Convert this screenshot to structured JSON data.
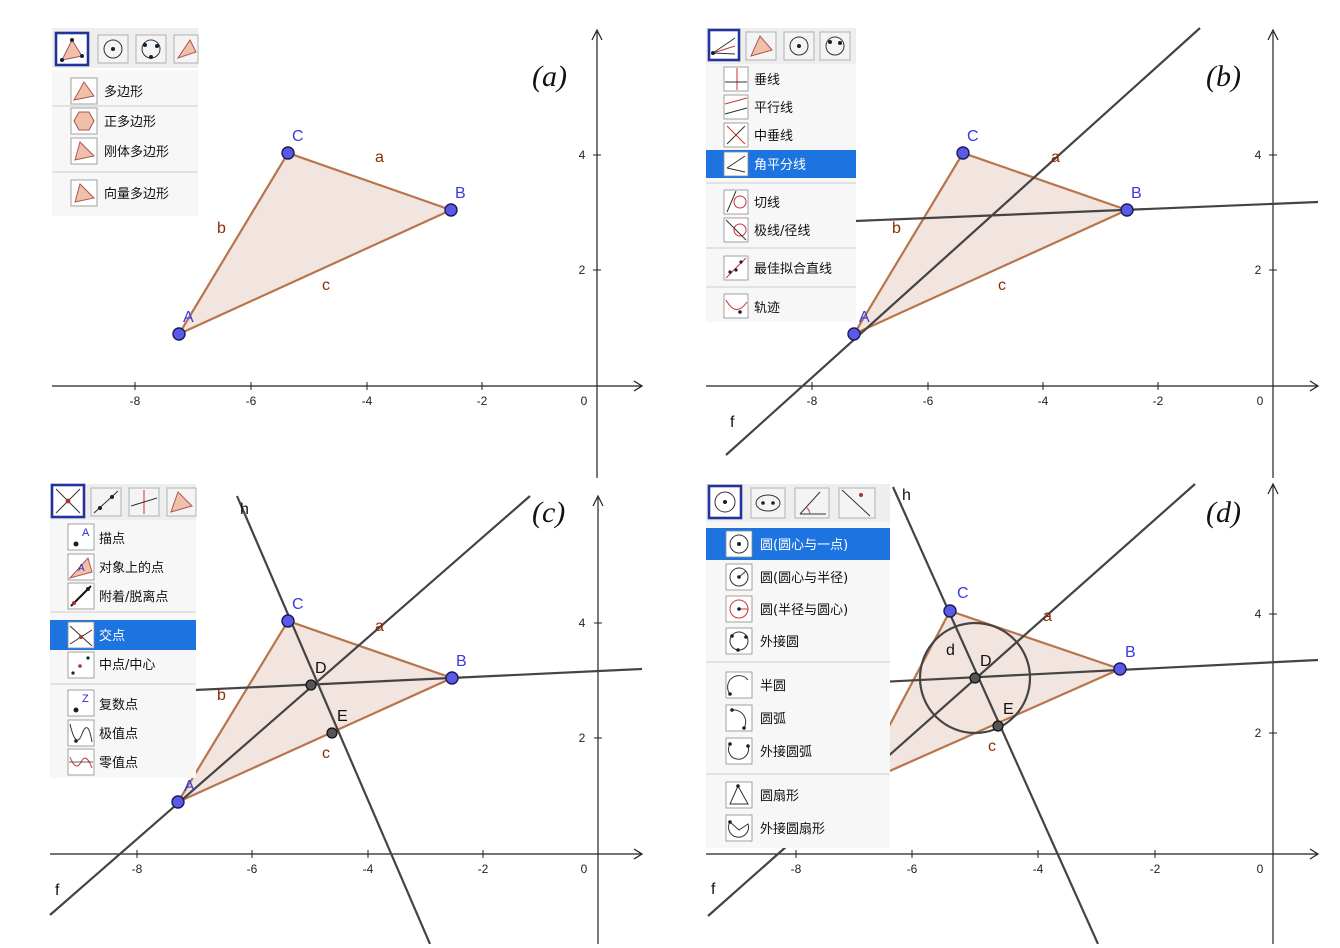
{
  "panels": [
    {
      "id": "a",
      "label": "(a)",
      "x_ticks": [
        "-8",
        "-6",
        "-4",
        "-2",
        "0"
      ],
      "y_ticks": [
        "2",
        "4"
      ],
      "points": [
        {
          "name": "A",
          "x": -7.2,
          "y": 0.9
        },
        {
          "name": "B",
          "x": -2.5,
          "y": 3.05
        },
        {
          "name": "C",
          "x": -5.3,
          "y": 4.05
        }
      ],
      "segments": [
        "a",
        "b",
        "c"
      ],
      "toolbar": [
        "polygon-tool-icon",
        "circle-center-point-icon",
        "circle-three-points-icon",
        "angle-tool-icon"
      ],
      "menu": [
        {
          "label": "多边形",
          "icon": "polygon-icon",
          "selected": false
        },
        {
          "label": "正多边形",
          "icon": "regular-polygon-icon",
          "selected": false
        },
        {
          "label": "刚体多边形",
          "icon": "rigid-polygon-icon",
          "selected": false
        },
        {
          "label": "向量多边形",
          "icon": "vector-polygon-icon",
          "selected": false
        }
      ]
    },
    {
      "id": "b",
      "label": "(b)",
      "x_ticks": [
        "-8",
        "-6",
        "-4",
        "-2",
        "0"
      ],
      "y_ticks": [
        "2",
        "4"
      ],
      "lines": [
        "f"
      ],
      "segments": [
        "a",
        "b",
        "c"
      ],
      "toolbar": [
        "angle-bisector-tool-icon",
        "polygon-tool-icon",
        "circle-center-point-icon",
        "circle-three-points-icon"
      ],
      "menu": [
        {
          "label": "垂线",
          "icon": "perpendicular-line-icon",
          "selected": false
        },
        {
          "label": "平行线",
          "icon": "parallel-line-icon",
          "selected": false
        },
        {
          "label": "中垂线",
          "icon": "perpendicular-bisector-icon",
          "selected": false
        },
        {
          "label": "角平分线",
          "icon": "angle-bisector-icon",
          "selected": true
        },
        {
          "label": "切线",
          "icon": "tangent-icon",
          "selected": false
        },
        {
          "label": "极线/径线",
          "icon": "polar-line-icon",
          "selected": false
        },
        {
          "label": "最佳拟合直线",
          "icon": "best-fit-line-icon",
          "selected": false
        },
        {
          "label": "轨迹",
          "icon": "locus-icon",
          "selected": false
        }
      ]
    },
    {
      "id": "c",
      "label": "(c)",
      "x_ticks": [
        "-8",
        "-6",
        "-4",
        "-2",
        "0"
      ],
      "y_ticks": [
        "2",
        "4"
      ],
      "lines": [
        "f",
        "h"
      ],
      "intersections": [
        "D",
        "E"
      ],
      "toolbar": [
        "intersect-tool-icon",
        "line-tool-icon",
        "perpendicular-tool-icon",
        "polygon-tool-icon"
      ],
      "menu": [
        {
          "label": "描点",
          "icon": "point-icon",
          "selected": false
        },
        {
          "label": "对象上的点",
          "icon": "point-on-object-icon",
          "selected": false
        },
        {
          "label": "附着/脱离点",
          "icon": "attach-detach-point-icon",
          "selected": false
        },
        {
          "label": "交点",
          "icon": "intersect-icon",
          "selected": true
        },
        {
          "label": "中点/中心",
          "icon": "midpoint-icon",
          "selected": false
        },
        {
          "label": "复数点",
          "icon": "complex-number-icon",
          "selected": false
        },
        {
          "label": "极值点",
          "icon": "extremum-icon",
          "selected": false
        },
        {
          "label": "零值点",
          "icon": "roots-icon",
          "selected": false
        }
      ]
    },
    {
      "id": "d",
      "label": "(d)",
      "x_ticks": [
        "-8",
        "-6",
        "-4",
        "-2",
        "0"
      ],
      "y_ticks": [
        "2",
        "4"
      ],
      "lines": [
        "f",
        "h"
      ],
      "circles": [
        "d"
      ],
      "toolbar": [
        "circle-center-point-tool-icon",
        "ellipse-tool-icon",
        "angle-tool-icon",
        "reflect-tool-icon"
      ],
      "menu": [
        {
          "label": "圆(圆心与一点)",
          "icon": "circle-center-point-icon",
          "selected": true
        },
        {
          "label": "圆(圆心与半径)",
          "icon": "circle-center-radius-icon",
          "selected": false
        },
        {
          "label": "圆(半径与圆心)",
          "icon": "compass-icon",
          "selected": false
        },
        {
          "label": "外接圆",
          "icon": "circle-three-points-icon",
          "selected": false
        },
        {
          "label": "半圆",
          "icon": "semicircle-icon",
          "selected": false
        },
        {
          "label": "圆弧",
          "icon": "circular-arc-icon",
          "selected": false
        },
        {
          "label": "外接圆弧",
          "icon": "circumcircular-arc-icon",
          "selected": false
        },
        {
          "label": "圆扇形",
          "icon": "circular-sector-icon",
          "selected": false
        },
        {
          "label": "外接圆扇形",
          "icon": "circumcircular-sector-icon",
          "selected": false
        }
      ]
    }
  ],
  "colors": {
    "point": "#5a5ae8",
    "segment": "#b8744a",
    "fill": "#f2e4df",
    "menu_selected": "#1d74e0",
    "toolbar_selected_border": "#223399"
  }
}
